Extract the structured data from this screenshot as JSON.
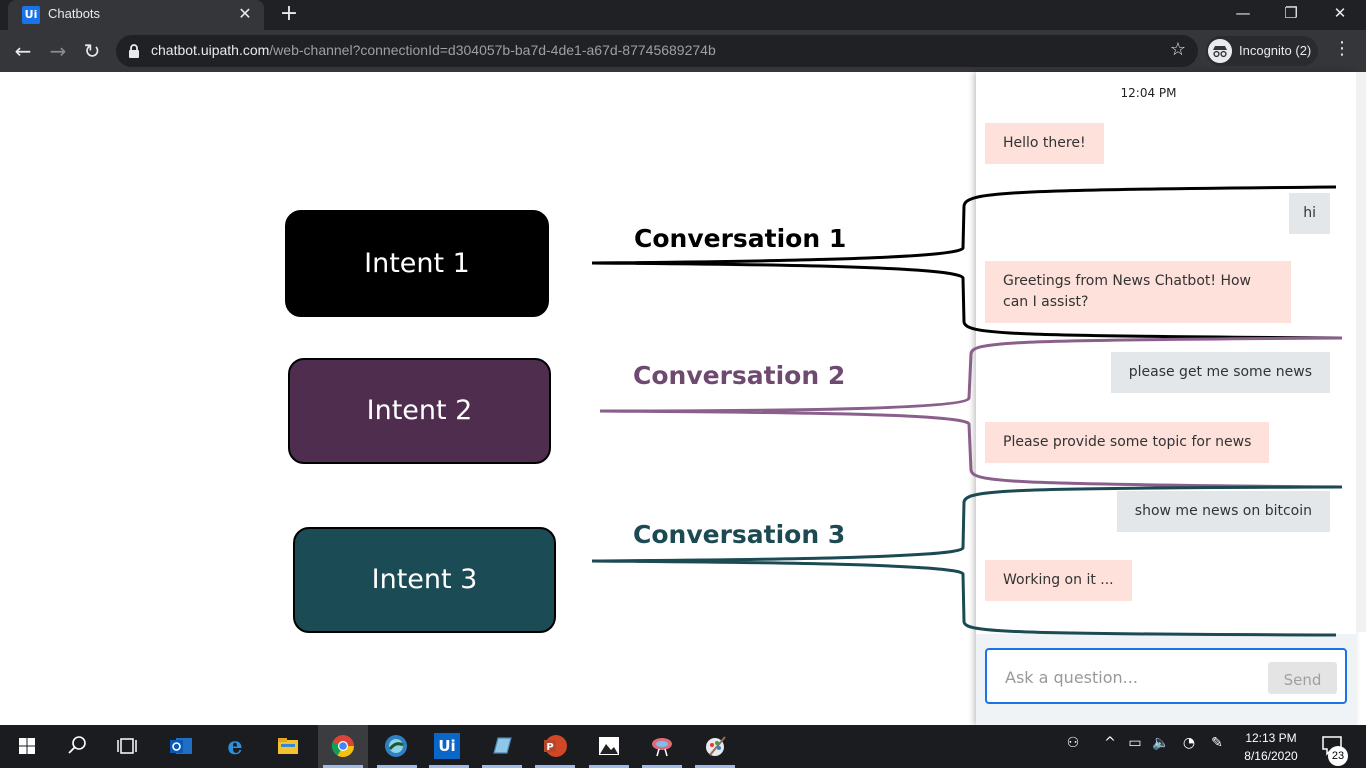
{
  "browser": {
    "tab_title": "Chatbots",
    "tab_favicon": "Ui",
    "new_tab": "+",
    "url_host": "chatbot.uipath.com",
    "url_path": "/web-channel?connectionId=d304057b-ba7d-4de1-a67d-87745689274b",
    "profile_label": "Incognito (2)",
    "icons": [
      "back-icon",
      "forward-icon",
      "reload-icon",
      "lock-icon",
      "star-icon",
      "incognito-icon",
      "menu-icon",
      "minimize-icon",
      "restore-icon",
      "close-icon"
    ]
  },
  "slide": {
    "intents": [
      {
        "label": "Intent 1",
        "color": "#000000"
      },
      {
        "label": "Intent 2",
        "color": "#4e2d4f"
      },
      {
        "label": "Intent 3",
        "color": "#1b4b55"
      }
    ],
    "conversations": [
      {
        "label": "Conversation 1",
        "color": "#000000"
      },
      {
        "label": "Conversation 2",
        "color": "#6e4a70"
      },
      {
        "label": "Conversation 3",
        "color": "#1c4a52"
      }
    ]
  },
  "chat": {
    "timestamp": "12:04 PM",
    "messages": [
      {
        "from": "bot",
        "text": "Hello there!"
      },
      {
        "from": "user",
        "text": "hi"
      },
      {
        "from": "bot",
        "text": "Greetings from News Chatbot! How can I assist?"
      },
      {
        "from": "user",
        "text": "please get me some news"
      },
      {
        "from": "bot",
        "text": "Please provide some topic for news"
      },
      {
        "from": "user",
        "text": "show me news on bitcoin"
      },
      {
        "from": "bot",
        "text": "Working on it ..."
      }
    ],
    "input_placeholder": "Ask a question...",
    "send_label": "Send",
    "colors": {
      "bot_bubble": "#fde1da",
      "user_bubble": "#e3e7ea",
      "input_border": "#1a73e8"
    }
  },
  "taskbar": {
    "apps": [
      "windows-start-icon",
      "search-icon",
      "task-view-icon",
      "outlook-icon",
      "edge-icon",
      "file-explorer-icon",
      "chrome-icon",
      "app-globe-icon",
      "uipath-icon",
      "app-book-icon",
      "powerpoint-icon",
      "photos-icon",
      "app-paint-icon",
      "app-brush-icon"
    ],
    "uipath_label": "Ui",
    "time": "12:13 PM",
    "date": "8/16/2020",
    "notification_count": "23"
  }
}
